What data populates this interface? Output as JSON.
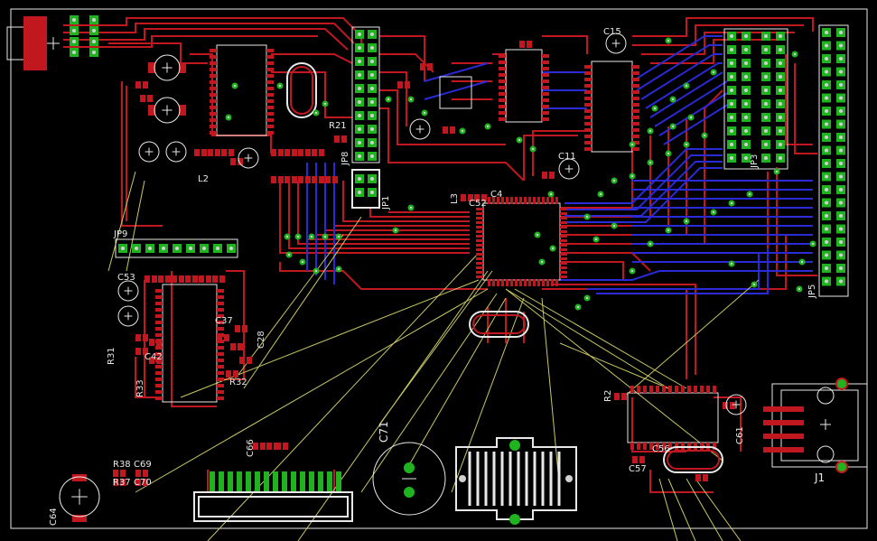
{
  "board": {
    "colors": {
      "background": "#000000",
      "top_copper": "#c0181e",
      "bottom_copper": "#2a2ad6",
      "pad": "#1fb41f",
      "pad_hole": "#d0d0d0",
      "smd_pad": "#c0181e",
      "silkscreen": "#e8e8e8",
      "airwire": "#c8c864",
      "outline": "#e8e8e8"
    },
    "labels": {
      "c15": "C15",
      "c11": "C11",
      "c4": "C4",
      "c52": "C52",
      "l3": "L3",
      "l2": "L2",
      "jp8": "JP8",
      "jp1": "JP1",
      "jp9": "JP9",
      "jp3": "JP3",
      "jp5": "JP5",
      "r21": "R21",
      "r31": "R31",
      "r33": "R33",
      "r32": "R32",
      "r38": "R38",
      "r37": "R37",
      "r2": "R2",
      "c53": "C53",
      "c37": "C37",
      "c42": "C42",
      "c28": "C28",
      "c69": "C69",
      "c70": "C70",
      "c64": "C64",
      "c66": "C66",
      "c71": "C71",
      "c56": "C56",
      "c57": "C57",
      "c61": "C61",
      "j1": "J1"
    }
  }
}
